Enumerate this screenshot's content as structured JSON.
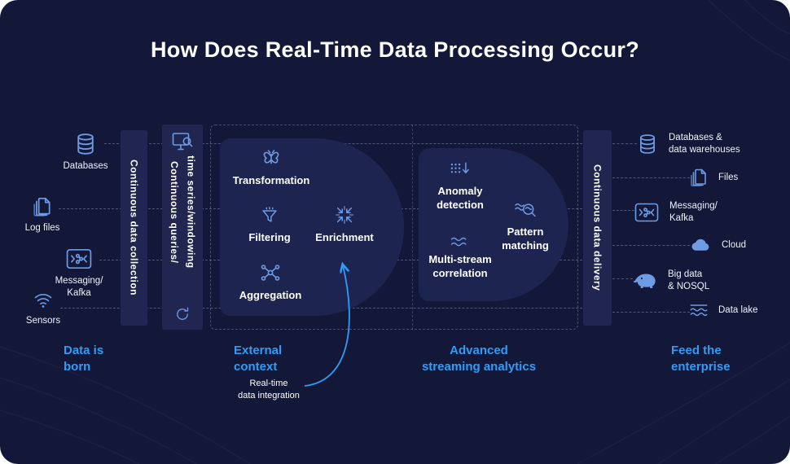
{
  "title": "How Does Real-Time Data Processing Occur?",
  "colors": {
    "background": "#131838",
    "panel": "#1e2450",
    "bar": "#20264f",
    "accent_blue": "#2f9df8",
    "icon_blue": "#6d9be4",
    "text_white": "#ffffff"
  },
  "sources": [
    {
      "label": "Databases",
      "icon": "database-icon"
    },
    {
      "label": "Log files",
      "icon": "files-icon"
    },
    {
      "label": "Messaging/\nKafka",
      "icon": "messaging-kafka-icon"
    },
    {
      "label": "Sensors",
      "icon": "sensors-icon"
    }
  ],
  "bars": {
    "collection": "Continuous data collection",
    "queries": "Continuous queries/\ntime series/windowing",
    "queries_top_icon": "monitor-magnifier-icon",
    "queries_bottom_icon": "refresh-icon",
    "delivery": "Continuous data delivery"
  },
  "processing": {
    "items": [
      {
        "label": "Transformation",
        "icon": "butterfly-icon"
      },
      {
        "label": "Filtering",
        "icon": "funnel-icon"
      },
      {
        "label": "Enrichment",
        "icon": "enrichment-icon"
      },
      {
        "label": "Aggregation",
        "icon": "aggregation-icon"
      }
    ]
  },
  "analytics": {
    "items": [
      {
        "label": "Anomaly\ndetection",
        "icon": "anomaly-dots-icon"
      },
      {
        "label": "Pattern\nmatching",
        "icon": "pattern-magnifier-icon"
      },
      {
        "label": "Multi-stream\ncorrelation",
        "icon": "waves-icon"
      }
    ]
  },
  "outputs": [
    {
      "label": "Databases &\ndata warehouses",
      "icon": "database-icon"
    },
    {
      "label": "Files",
      "icon": "files-icon"
    },
    {
      "label": "Messaging/\nKafka",
      "icon": "messaging-kafka-icon"
    },
    {
      "label": "Cloud",
      "icon": "cloud-icon"
    },
    {
      "label": "Big data\n& NOSQL",
      "icon": "elephant-icon"
    },
    {
      "label": "Data lake",
      "icon": "data-lake-icon"
    }
  ],
  "stages": [
    {
      "label": "Data is\nborn"
    },
    {
      "label": "External\ncontext"
    },
    {
      "label": "Advanced\nstreaming analytics"
    },
    {
      "label": "Feed the\nenterprise"
    }
  ],
  "annotation": {
    "label": "Real-time\ndata integration"
  }
}
